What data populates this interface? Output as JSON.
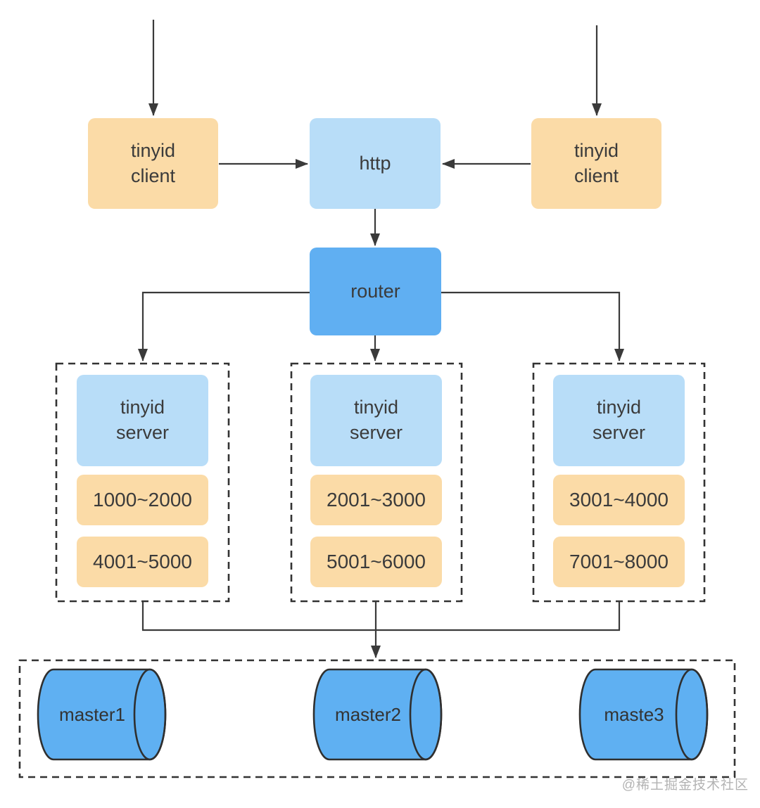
{
  "nodes": {
    "client_left": "tinyid\nclient",
    "client_right": "tinyid\nclient",
    "http": "http",
    "router": "router"
  },
  "server_groups": [
    {
      "server": "tinyid\nserver",
      "ranges": [
        "1000~2000",
        "4001~5000"
      ]
    },
    {
      "server": "tinyid\nserver",
      "ranges": [
        "2001~3000",
        "5001~6000"
      ]
    },
    {
      "server": "tinyid\nserver",
      "ranges": [
        "3001~4000",
        "7001~8000"
      ]
    }
  ],
  "databases": [
    "master1",
    "master2",
    "maste3"
  ],
  "watermark": "@稀土掘金技术社区",
  "colors": {
    "client_fill": "#fbdba7",
    "http_fill": "#b8ddf8",
    "router_fill": "#60aff2",
    "server_fill": "#b8ddf8",
    "range_fill": "#fbdba7",
    "db_fill": "#5fb0f2",
    "db_stroke": "#2f2f2f",
    "line": "#3a3a3a",
    "dashed_border": "#333333",
    "text": "#3b3b3b",
    "watermark_text": "#b3b3b3"
  }
}
